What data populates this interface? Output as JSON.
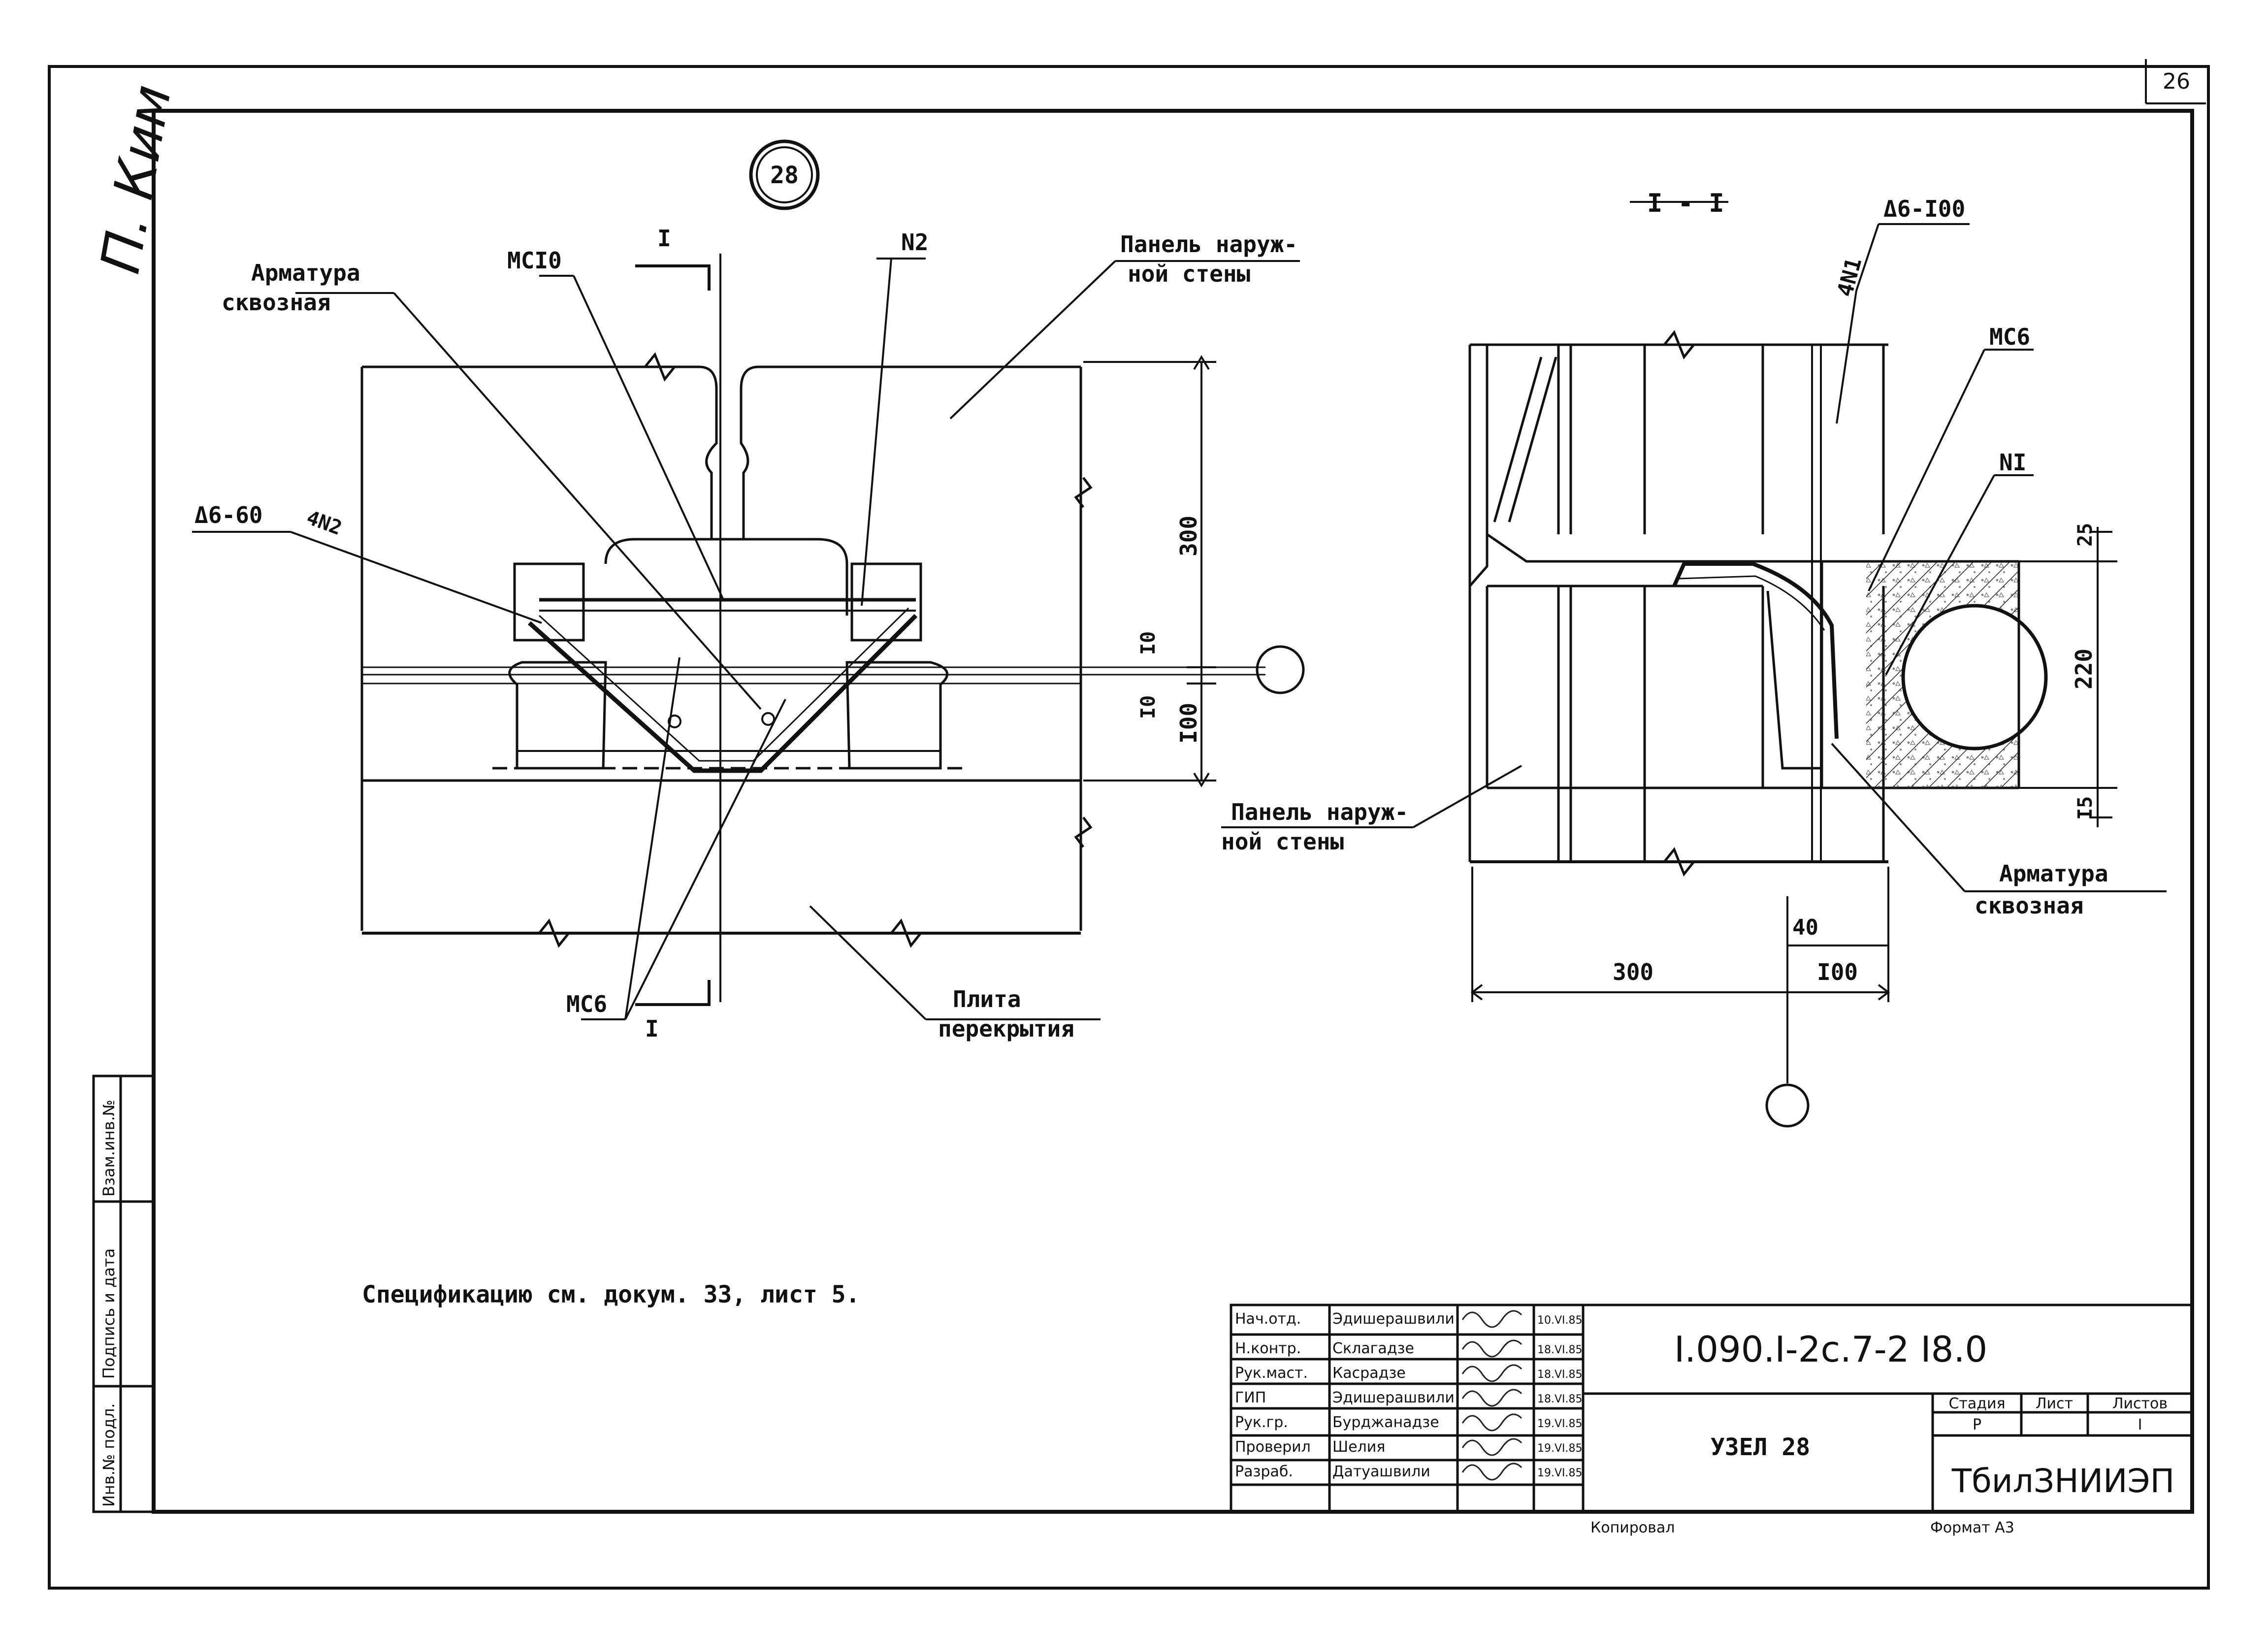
{
  "sheet_number": "26",
  "signature_mark": "П. Ким",
  "node_badge": "28",
  "left_view": {
    "section_mark": "I",
    "labels": {
      "armature_1": "Арматура",
      "armature_2": "сквозная",
      "mc10": "МСI0",
      "n2": "N2",
      "panel_1": "Панель наруж-",
      "panel_2": "ной стены",
      "d6_60": "Δ6-60",
      "n4n2": "4N2",
      "mc6": "МС6",
      "plate_1": "Плита",
      "plate_2": "перекрытия"
    },
    "dims": {
      "d300": "300",
      "d10a": "I0",
      "d10b": "I0",
      "d100": "I00"
    }
  },
  "right_view": {
    "section_title": "I - I",
    "labels": {
      "d6_100": "Δ6-I00",
      "n4n1": "4N1",
      "mc6": "МС6",
      "n1": "NI",
      "panel_1": "Панель наруж-",
      "panel_2": "ной стены",
      "armature_1": "Арматура",
      "armature_2": "сквозная"
    },
    "dims": {
      "d25": "25",
      "d220": "220",
      "d15": "I5",
      "d40": "40",
      "d300": "300",
      "d100": "I00"
    }
  },
  "note": "Спецификацию см. докум. 33, лист 5.",
  "side_stamp": [
    "Инв.№ подл.",
    "Подпись и дата",
    "Взам.инв.№"
  ],
  "title_block": {
    "doc_code": "I.090.I-2с.7-2 I8.0",
    "title": "УЗЕЛ 28",
    "org": "ТбилЗНИИЭП",
    "stage_header": "Стадия",
    "sheet_header": "Лист",
    "sheets_header": "Листов",
    "stage": "Р",
    "sheet": "",
    "sheets": "I",
    "rows": [
      {
        "role": "Нач.отд.",
        "name": "Эдишерашвили",
        "date": "10.VI.85"
      },
      {
        "role": "Н.контр.",
        "name": "Склагадзе",
        "date": "18.VI.85"
      },
      {
        "role": "Рук.маст.",
        "name": "Касрадзе",
        "date": "18.VI.85"
      },
      {
        "role": "ГИП",
        "name": "Эдишерашвили",
        "date": "18.VI.85"
      },
      {
        "role": "Рук.гр.",
        "name": "Бурджанадзе",
        "date": "19.VI.85"
      },
      {
        "role": "Проверил",
        "name": "Шелия",
        "date": "19.VI.85"
      },
      {
        "role": "Разраб.",
        "name": "Датуашвили",
        "date": "19.VI.85"
      }
    ]
  },
  "footer": {
    "copied": "Копировал",
    "format": "Формат А3"
  }
}
